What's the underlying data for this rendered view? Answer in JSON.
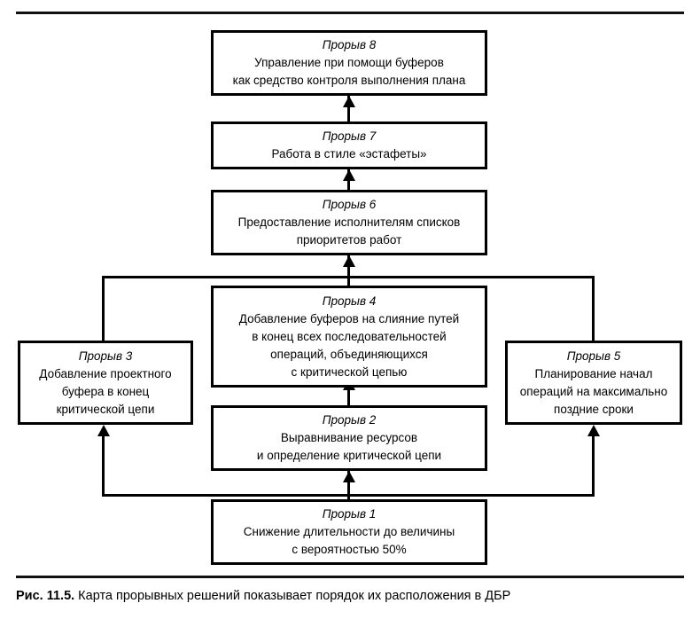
{
  "figure": {
    "caption_label": "Рис. 11.5.",
    "caption_text": " Карта прорывных решений показывает порядок их расположения в ДБР",
    "line_color": "#000000",
    "background": "#ffffff"
  },
  "diagram": {
    "type": "flowchart",
    "nodes": [
      {
        "id": "node-8",
        "title": "Прорыв 8",
        "body": "Управление при помощи буферов\nкак средство контроля выполнения плана"
      },
      {
        "id": "node-7",
        "title": "Прорыв 7",
        "body": "Работа в стиле «эстафеты»"
      },
      {
        "id": "node-6",
        "title": "Прорыв 6",
        "body": "Предоставление исполнителям списков\nприоритетов работ"
      },
      {
        "id": "node-4",
        "title": "Прорыв 4",
        "body": "Добавление буферов на слияние путей\nв конец всех последовательностей\nопераций, объединяющихся\nс критической цепью"
      },
      {
        "id": "node-3",
        "title": "Прорыв 3",
        "body": "Добавление проектного\nбуфера в конец\nкритической цепи"
      },
      {
        "id": "node-5",
        "title": "Прорыв 5",
        "body": "Планирование начал\nопераций на максимально\nпоздние сроки"
      },
      {
        "id": "node-2",
        "title": "Прорыв 2",
        "body": "Выравнивание ресурсов\nи определение критической цепи"
      },
      {
        "id": "node-1",
        "title": "Прорыв 1",
        "body": "Снижение длительности до величины\nс вероятностью 50%"
      }
    ],
    "edges": [
      {
        "from": "node-7",
        "to": "node-8",
        "arrow": "up"
      },
      {
        "from": "node-6",
        "to": "node-7",
        "arrow": "up"
      },
      {
        "from": "node-4",
        "to": "node-6",
        "arrow": "up"
      },
      {
        "from": "node-2",
        "to": "node-4",
        "arrow": "up"
      },
      {
        "from": "node-1",
        "to": "node-2",
        "arrow": "up"
      },
      {
        "from": "node-3",
        "to": "node-6",
        "arrow": "up"
      },
      {
        "from": "node-5",
        "to": "node-6",
        "arrow": "up"
      },
      {
        "from": "node-1",
        "to": "node-3",
        "arrow": "up"
      },
      {
        "from": "node-1",
        "to": "node-5",
        "arrow": "up"
      }
    ]
  }
}
